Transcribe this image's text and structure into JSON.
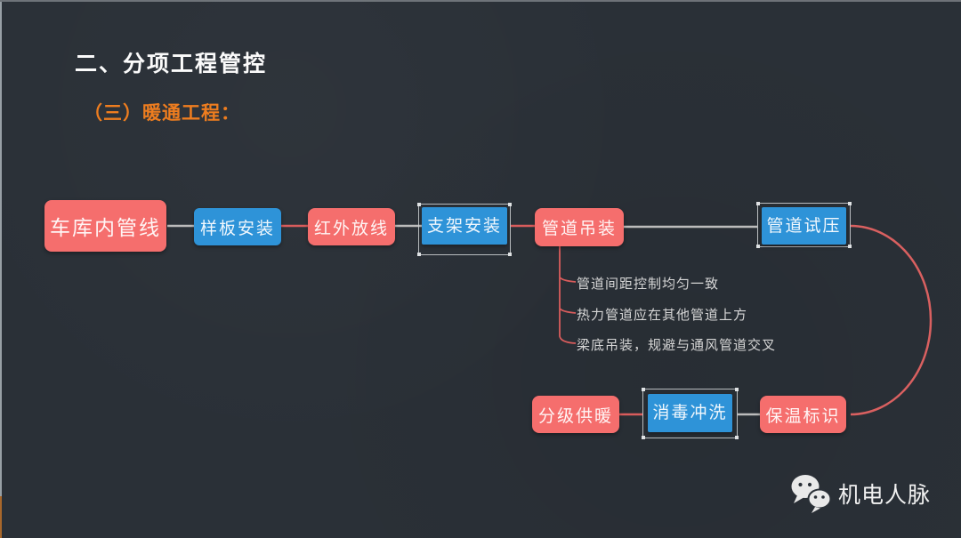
{
  "slide": {
    "title": "二、分项工程管控",
    "subtitle": "（三）暖通工程：",
    "footer_brand": "机电人脉"
  },
  "flowchart": {
    "main_row": [
      {
        "id": "garage-pipelines",
        "label": "车库内管线",
        "color": "red",
        "selected": false
      },
      {
        "id": "sample-installation",
        "label": "样板安装",
        "color": "blue",
        "selected": false
      },
      {
        "id": "infrared-line-layout",
        "label": "红外放线",
        "color": "red",
        "selected": false
      },
      {
        "id": "bracket-installation",
        "label": "支架安装",
        "color": "blue",
        "selected": true
      },
      {
        "id": "pipeline-hoisting",
        "label": "管道吊装",
        "color": "red",
        "selected": false
      },
      {
        "id": "pipeline-pressure-test",
        "label": "管道试压",
        "color": "blue",
        "selected": true
      }
    ],
    "hoisting_notes": [
      "管道间距控制均匀一致",
      "热力管道应在其他管道上方",
      "梁底吊装，规避与通风管道交叉"
    ],
    "bottom_row": [
      {
        "id": "graded-heating",
        "label": "分级供暖",
        "color": "red",
        "selected": false
      },
      {
        "id": "disinfection-flushing",
        "label": "消毒冲洗",
        "color": "blue",
        "selected": true
      },
      {
        "id": "insulation-marking",
        "label": "保温标识",
        "color": "red",
        "selected": false
      }
    ]
  },
  "icons": {
    "footer": "wechat-icon"
  },
  "colors": {
    "background": "#2a3037",
    "title_text": "#fbfbfb",
    "subtitle_orange": "#ee7d1f",
    "node_red": "#f56e6d",
    "node_blue": "#2e93d8",
    "connector_red": "#d95c5c",
    "connector_gray": "#bcbcbc",
    "note_text": "#d6d6d6",
    "left_edge_orange": "#a8672b"
  }
}
